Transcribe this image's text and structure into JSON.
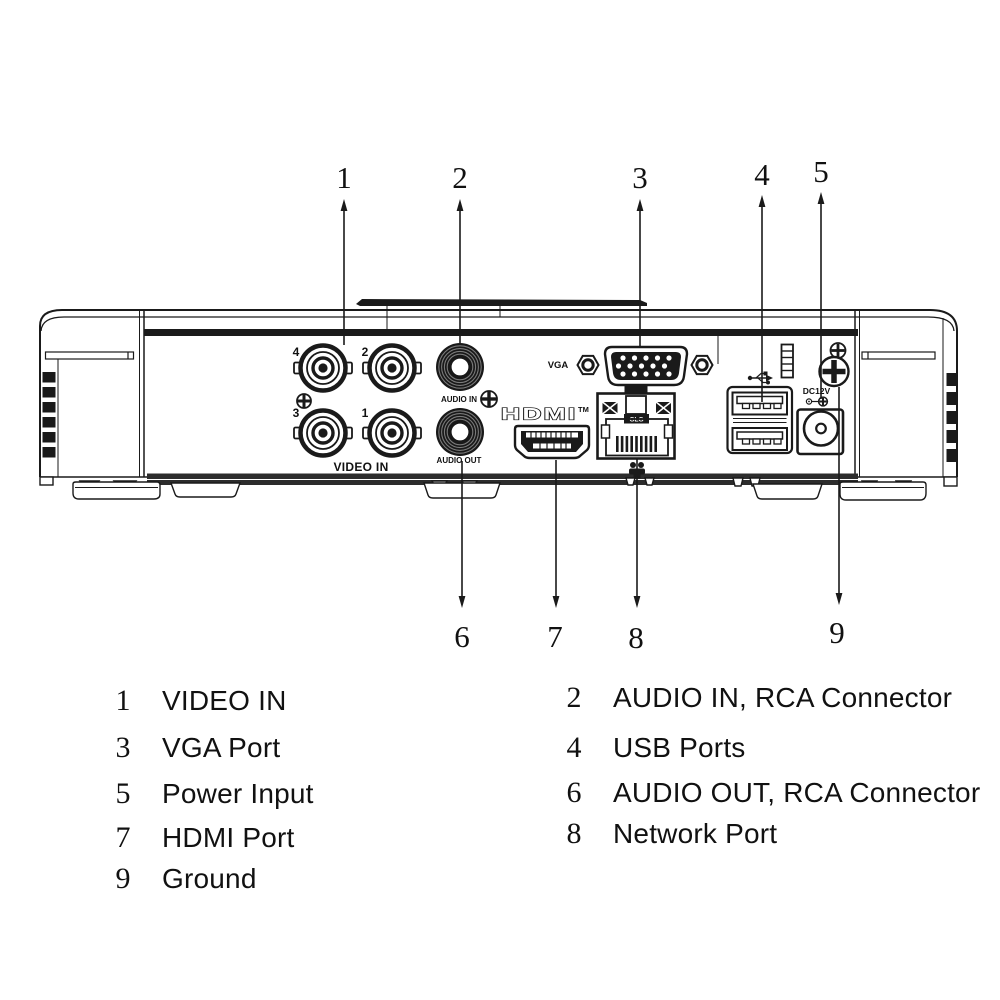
{
  "callouts": {
    "top": [
      {
        "num": "1"
      },
      {
        "num": "2"
      },
      {
        "num": "3"
      },
      {
        "num": "4"
      },
      {
        "num": "5"
      }
    ],
    "bottom": [
      {
        "num": "6"
      },
      {
        "num": "7"
      },
      {
        "num": "8"
      },
      {
        "num": "9"
      }
    ]
  },
  "panel": {
    "video_in_label": "VIDEO IN",
    "audio_in_label": "AUDIO IN",
    "audio_out_label": "AUDIO OUT",
    "vga_label": "VGA",
    "hdmi_label": "HDMI",
    "hdmi_tm": "TM",
    "dc_label": "DC12V",
    "network_marking": "GLG",
    "bnc_labels": [
      "4",
      "2",
      "3",
      "1"
    ]
  },
  "legend": {
    "left": [
      {
        "num": "1",
        "label": "VIDEO IN"
      },
      {
        "num": "3",
        "label": "VGA Port"
      },
      {
        "num": "5",
        "label": "Power Input"
      },
      {
        "num": "7",
        "label": "HDMI Port"
      },
      {
        "num": "9",
        "label": "Ground"
      }
    ],
    "right": [
      {
        "num": "2",
        "label": "AUDIO IN, RCA Connector"
      },
      {
        "num": "4",
        "label": "USB Ports"
      },
      {
        "num": "6",
        "label": "AUDIO OUT, RCA Connector"
      },
      {
        "num": "8",
        "label": "Network Port"
      }
    ]
  },
  "colors": {
    "ink": "#1a1a1a",
    "background": "#ffffff"
  }
}
